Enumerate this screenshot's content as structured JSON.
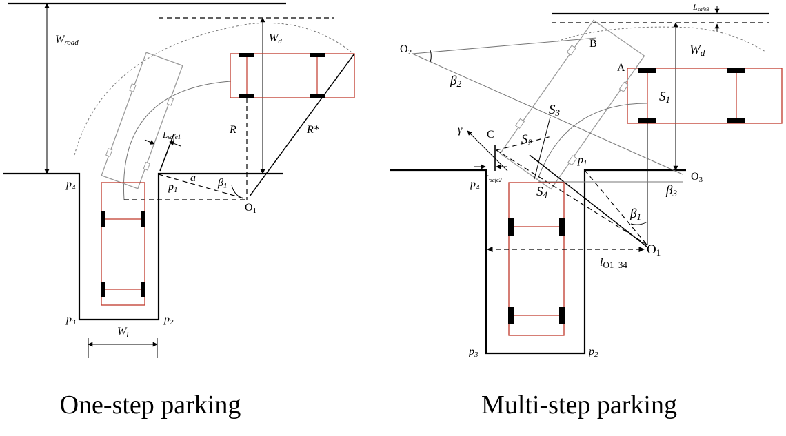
{
  "left_panel": {
    "caption": "One-step parking",
    "labels": {
      "w_road": "W",
      "w_road_sub": "road",
      "w_d": "W",
      "w_d_sub": "d",
      "r": "R",
      "r_star": "R*",
      "l_safe": "L",
      "l_safe_sub": "safe1",
      "alpha": "a",
      "beta1": "β",
      "beta1_sub": "1",
      "o1": "O",
      "o1_sub": "1",
      "p1": "p",
      "p1_sub": "1",
      "p2": "p",
      "p2_sub": "2",
      "p3": "p",
      "p3_sub": "3",
      "p4": "p",
      "p4_sub": "4",
      "w_l": "W",
      "w_l_sub": "l"
    }
  },
  "right_panel": {
    "caption": "Multi-step parking",
    "labels": {
      "l_safe3": "L",
      "l_safe3_sub": "safe3",
      "w_d": "W",
      "w_d_sub": "d",
      "o2": "O",
      "o2_sub": "2",
      "b": "B",
      "a": "A",
      "beta2": "β",
      "beta2_sub": "2",
      "s1": "S",
      "s1_sub": "1",
      "s2": "S",
      "s2_sub": "2",
      "s3": "S",
      "s3_sub": "3",
      "s4": "S",
      "s4_sub": "4",
      "gamma": "γ",
      "c": "C",
      "l_safe2": "L",
      "l_safe2_sub": "safe2",
      "p1": "p",
      "p1_sub": "1",
      "p2": "p",
      "p2_sub": "2",
      "p3": "p",
      "p3_sub": "3",
      "p4": "p",
      "p4_sub": "4",
      "o3": "O",
      "o3_sub": "3",
      "beta3": "β",
      "beta3_sub": "3",
      "beta1": "β",
      "beta1_sub": "1",
      "o1": "O",
      "o1_sub": "1",
      "l_o1_34": "l",
      "l_o1_34_sub": "O1_34"
    }
  }
}
